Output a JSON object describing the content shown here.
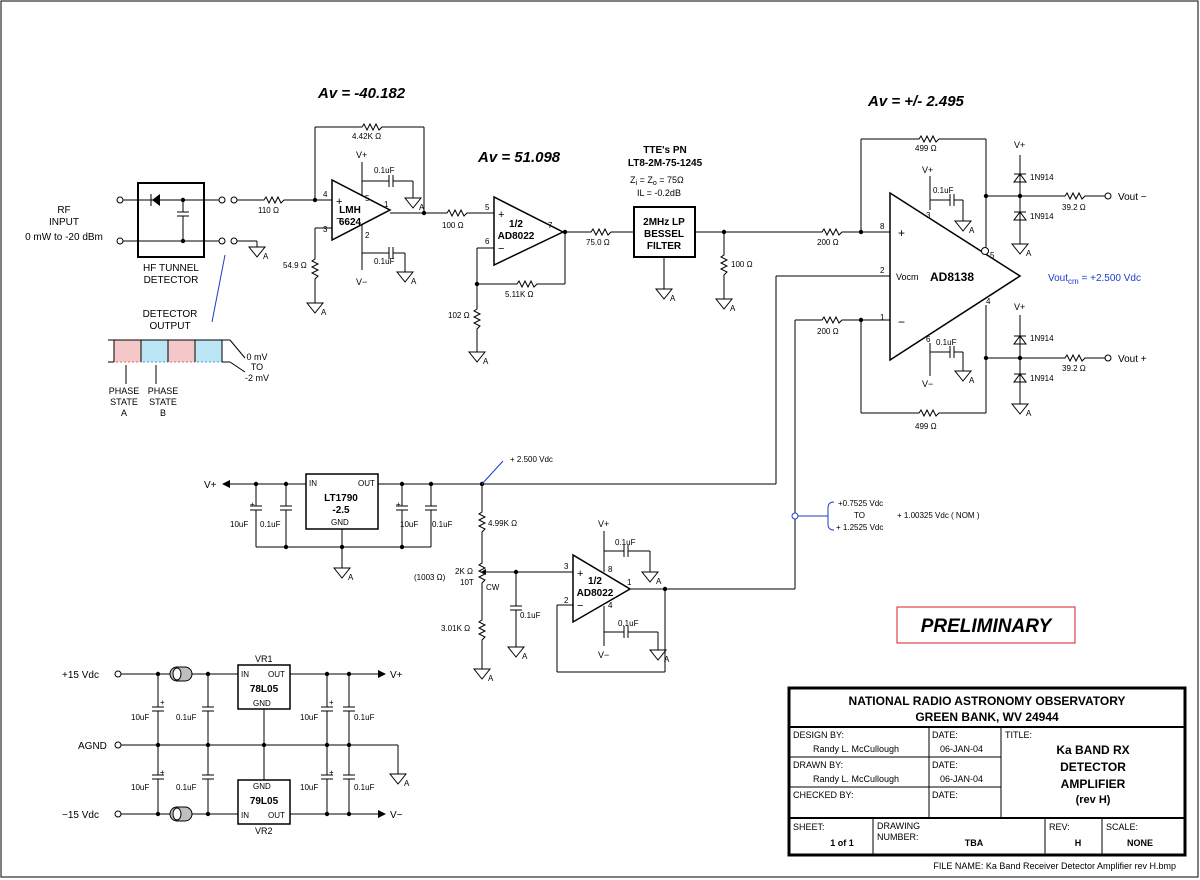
{
  "gains": {
    "g1": "Av = -40.182",
    "g2": "Av = 51.098",
    "g3": "Av = +/- 2.495"
  },
  "rf_input": {
    "l1": "RF",
    "l2": "INPUT",
    "l3": "0 mW to -20 dBm"
  },
  "detector": {
    "l1": "HF TUNNEL",
    "l2": "DETECTOR",
    "out1": "DETECTOR",
    "out2": "OUTPUT"
  },
  "phase": {
    "a1": "PHASE",
    "a2": "STATE",
    "a3": "A",
    "b1": "PHASE",
    "b2": "STATE",
    "b3": "B",
    "range1": "0 mV",
    "range2": "TO",
    "range3": "-2 mV",
    "colors": {
      "a": "#f4c8c8",
      "b": "#bde6f4",
      "edge_a": "#e46a6a",
      "edge_b": "#3aa8d8"
    }
  },
  "stage1": {
    "chip1": "LMH",
    "chip2": "6624",
    "r_in": "110 Ω",
    "r_fb": "4.42K Ω",
    "r_gnd": "54.9 Ω",
    "c_top": "0.1uF",
    "c_bot": "0.1uF",
    "vp": "V+",
    "vm": "V−",
    "p4": "4",
    "p3": "3",
    "p5": "5",
    "p2": "2",
    "p1": "1"
  },
  "stage2": {
    "chip1": "1/2",
    "chip2": "AD8022",
    "r_in": "100 Ω",
    "r_fb": "5.11K Ω",
    "r_gnd": "102 Ω",
    "r_out": "75.0 Ω",
    "p5": "5",
    "p6": "6",
    "p7": "7"
  },
  "filter": {
    "pn": "TTE's PN",
    "part": "LT8-2M-75-1245",
    "z": "Z",
    "zi": "i",
    "eq": " = Z",
    "zo": "o",
    "zv": " = 75Ω",
    "il": "IL = -0.2dB",
    "l1": "2MHz LP",
    "l2": "BESSEL",
    "l3": "FILTER",
    "r_term": "100 Ω"
  },
  "stage3": {
    "chip": "AD8138",
    "vocm": "Vocm",
    "r_top": "499 Ω",
    "r_bot": "499 Ω",
    "r_in1": "200 Ω",
    "r_in2": "200 Ω",
    "c_top": "0.1uF",
    "c_bot": "0.1uF",
    "vp": "V+",
    "vm": "V−",
    "p8": "8",
    "p2": "2",
    "p1": "1",
    "p3": "3",
    "p6": "6",
    "p5": "5",
    "p4": "4",
    "vout_cm": "Vout",
    "vout_cm_sub": "cm",
    "vout_cm_val": " = +2.500 Vdc"
  },
  "outputs": {
    "vp_top": "V+",
    "vp_bot": "V+",
    "d1": "1N914",
    "d2": "1N914",
    "d3": "1N914",
    "d4": "1N914",
    "r1": "39.2 Ω",
    "r2": "39.2 Ω",
    "vout_minus": "Vout −",
    "vout_plus": "Vout +"
  },
  "reference": {
    "vp": "V+",
    "chip1": "LT1790",
    "chip2": "-2.5",
    "in": "IN",
    "out": "OUT",
    "gnd": "GND",
    "c1": "10uF",
    "c2": "0.1uF",
    "c3": "10uF",
    "c4": "0.1uF",
    "vref": "+ 2.500 Vdc",
    "r_top": "4.99K Ω",
    "pot": "2K Ω",
    "pot_val": "(1003 Ω)",
    "pot_turns": "10T",
    "cw": "CW",
    "r_bot": "3.01K Ω",
    "c_pot": "0.1uF"
  },
  "stage4": {
    "chip1": "1/2",
    "chip2": "AD8022",
    "vp": "V+",
    "vm": "V−",
    "c_top": "0.1uF",
    "c_bot": "0.1uF",
    "p3": "3",
    "p2": "2",
    "p8": "8",
    "p4": "4",
    "p1": "1",
    "range1": "+0.7525 Vdc",
    "range2": "TO",
    "range3": "+ 1.2525 Vdc",
    "nom": "+ 1.00325 Vdc ( NOM )"
  },
  "power": {
    "p15": "+15 Vdc",
    "agnd": "AGND",
    "m15": "−15 Vdc",
    "vr1": "VR1",
    "vr1_chip": "78L05",
    "vr2": "VR2",
    "vr2_chip": "79L05",
    "in": "IN",
    "out": "OUT",
    "gnd": "GND",
    "vp": "V+",
    "vm": "V−",
    "c10a": "10uF",
    "c01a": "0.1uF",
    "c10b": "10uF",
    "c01b": "0.1uF",
    "c10c": "10uF",
    "c01c": "0.1uF",
    "c10d": "10uF",
    "c01d": "0.1uF"
  },
  "preliminary": "PRELIMINARY",
  "colors": {
    "blue": "#1a3fc8",
    "red": "#d42020"
  },
  "title_block": {
    "org1": "NATIONAL RADIO ASTRONOMY OBSERVATORY",
    "org2": "GREEN BANK, WV  24944",
    "design_by_label": "DESIGN BY:",
    "design_by": "Randy L. McCullough",
    "drawn_by_label": "DRAWN BY:",
    "drawn_by": "Randy L. McCullough",
    "checked_by_label": "CHECKED BY:",
    "date_label1": "DATE:",
    "date1": "06-JAN-04",
    "date_label2": "DATE:",
    "date2": "06-JAN-04",
    "date_label3": "DATE:",
    "title_label": "TITLE:",
    "title1": "Ka BAND RX",
    "title2": "DETECTOR",
    "title3": "AMPLIFIER",
    "title4": "(rev H)",
    "sheet_label": "SHEET:",
    "sheet": "1 of 1",
    "drawing_label1": "DRAWING",
    "drawing_label2": "NUMBER:",
    "drawing": "TBA",
    "rev_label": "REV:",
    "rev": "H",
    "scale_label": "SCALE:",
    "scale": "NONE",
    "file_name": "FILE NAME: Ka Band Receiver Detector Amplifier rev H.bmp"
  }
}
